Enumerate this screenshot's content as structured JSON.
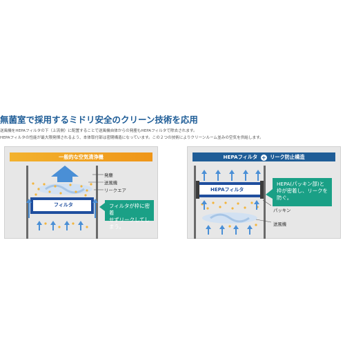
{
  "heading": "無菌室で採用するミドリ安全のクリーン技術を応用",
  "description": [
    "送風機をHEPAフィルタの下（上流側）に配置することで送風機自体からの発塵もHEPAフィルタで除去されます。",
    "HEPAフィルタの性能が最大限発揮されるよう、本体取付部は密閉構造になっています。この２つの技術によりクリーンルーム並みの空気を供給します。"
  ],
  "left_panel": {
    "header": "一般的な空気清浄機",
    "labels": [
      "発塵",
      "送風機",
      "リークエア"
    ],
    "filter_label": "フィルタ",
    "callout": [
      "フィルタが枠に密着",
      "せずリークしてしまう。"
    ]
  },
  "right_panel": {
    "header_left": "HEPAフィルタ",
    "header_right": "リーク防止構造",
    "filter_label": "HEPAフィルタ",
    "labels": [
      "パッキン",
      "送風機"
    ],
    "callout": [
      "HEPA(パッキン部)と",
      "枠が密着し、リークを",
      "防ぐ。"
    ]
  },
  "colors": {
    "title": "#1f5d97",
    "left_header": "#f0a01e",
    "right_header": "#1f5d97",
    "callout": "#1aa086",
    "arrow": "#4a8fd6",
    "dust": "#f3b43c",
    "panel_bg": "#e7e7e7"
  }
}
